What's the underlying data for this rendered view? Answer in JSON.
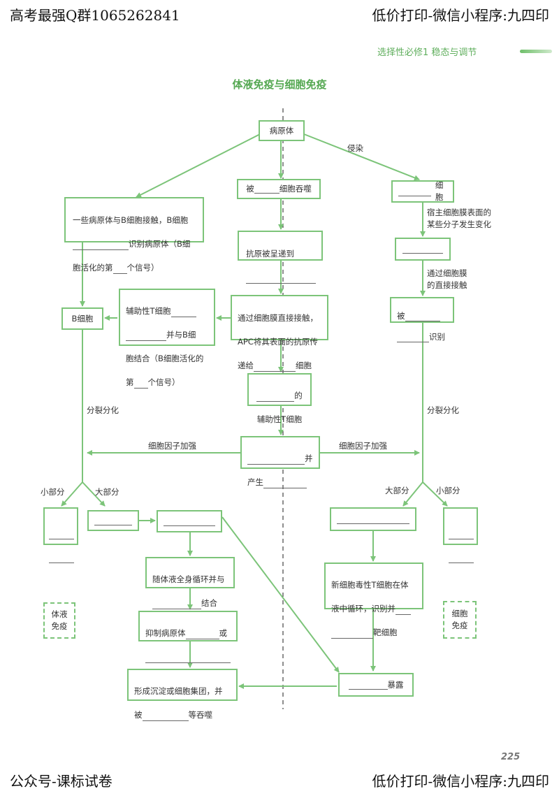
{
  "header": {
    "top_left": "高考最强Q群1065262841",
    "top_right": "低价打印-微信小程序:九四印",
    "bottom_left": "公众号-课标试卷",
    "bottom_right": "低价打印-微信小程序:九四印"
  },
  "section_tag": "选择性必修1 稳态与调节",
  "title": "体液免疫与细胞免疫",
  "nodes": {
    "pathogen": "病原体",
    "engulfed_a": "被",
    "engulfed_b": "细胞吞噬",
    "infected": "细胞",
    "b_contact_1": "一些病原体与B细胞接触，B细胞",
    "b_contact_2": "识别病原体（B细",
    "b_contact_3a": "胞活化的第",
    "b_contact_3b": "个信号）",
    "antigen_presented": "抗原被呈递到",
    "apc_1": "通过细胞膜直接接触，",
    "apc_2": "APC将其表面的抗原传",
    "apc_3a": "递给",
    "apc_3b": "细胞",
    "helper_bind_1": "辅助性T细胞",
    "helper_bind_2": "并与B细",
    "helper_bind_3": "胞结合（B细胞活化的",
    "helper_bind_4a": "第",
    "helper_bind_4b": "个信号）",
    "b_cell": "B细胞",
    "recognized_a": "被",
    "recognized_b": "识别",
    "helper_t_a": "的",
    "helper_t_b": "辅助性T细胞",
    "cytokine_a": "并",
    "cytokine_b": "产生",
    "circulate_a": "随体液全身循环并与",
    "circulate_b": "结合",
    "inhibit_a": "抑制病原体",
    "inhibit_b": "或",
    "precipitate_a": "形成沉淀或细胞集团，并",
    "precipitate_b": "被",
    "precipitate_c": "等吞噬",
    "cytotoxic_1": "新细胞毒性T细胞在体",
    "cytotoxic_2": "液中循环，识别并",
    "cytotoxic_3": "靶细胞",
    "exposed": "暴露",
    "humoral": "体液\n免疫",
    "cellular": "细胞\n免疫"
  },
  "labels": {
    "infect": "侵染",
    "membrane_change": "宿主细胞膜表面的\n某些分子发生变化",
    "direct_contact": "通过细胞膜\n的直接接触",
    "divide_left": "分裂分化",
    "divide_right": "分裂分化",
    "cytokine_left": "细胞因子加强",
    "cytokine_right": "细胞因子加强",
    "small_left": "小部分",
    "large_left": "大部分",
    "large_right": "大部分",
    "small_right": "小部分"
  },
  "page_number": "225",
  "colors": {
    "accent": "#7cc479",
    "title": "#55a852",
    "tag": "#5fae5c"
  }
}
